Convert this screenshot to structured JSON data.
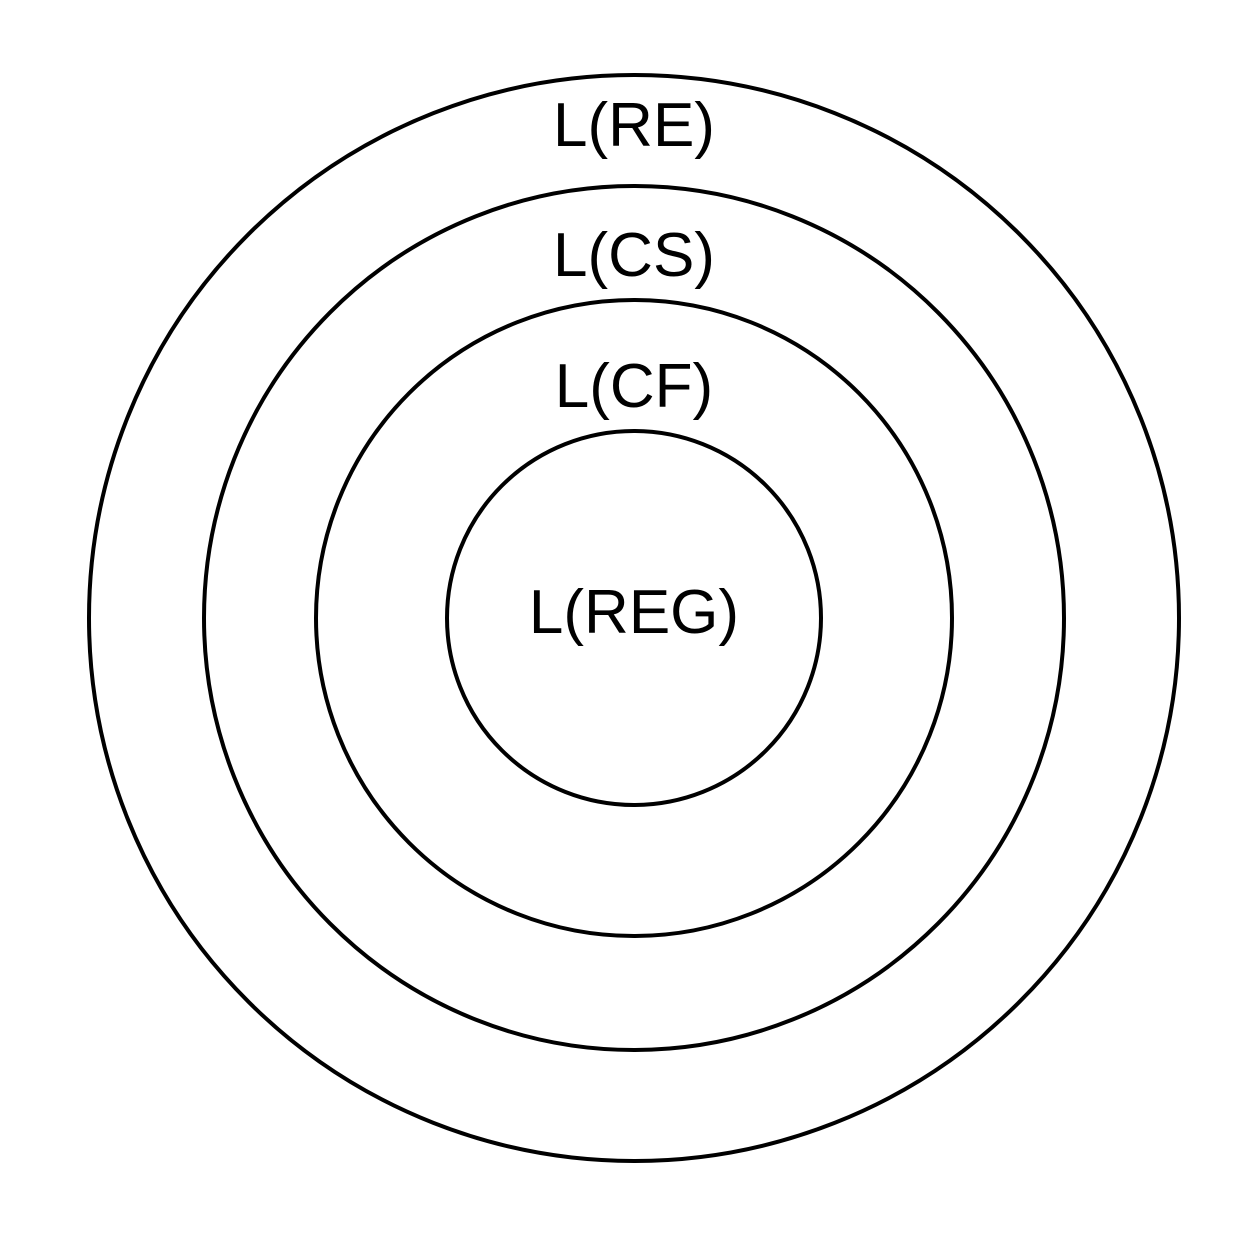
{
  "diagram": {
    "stroke_color": "#000000",
    "background_color": "#ffffff",
    "rings": [
      {
        "id": "re",
        "label": "L(RE)"
      },
      {
        "id": "cs",
        "label": "L(CS)"
      },
      {
        "id": "cf",
        "label": "L(CF)"
      },
      {
        "id": "reg",
        "label": "L(REG)"
      }
    ]
  }
}
